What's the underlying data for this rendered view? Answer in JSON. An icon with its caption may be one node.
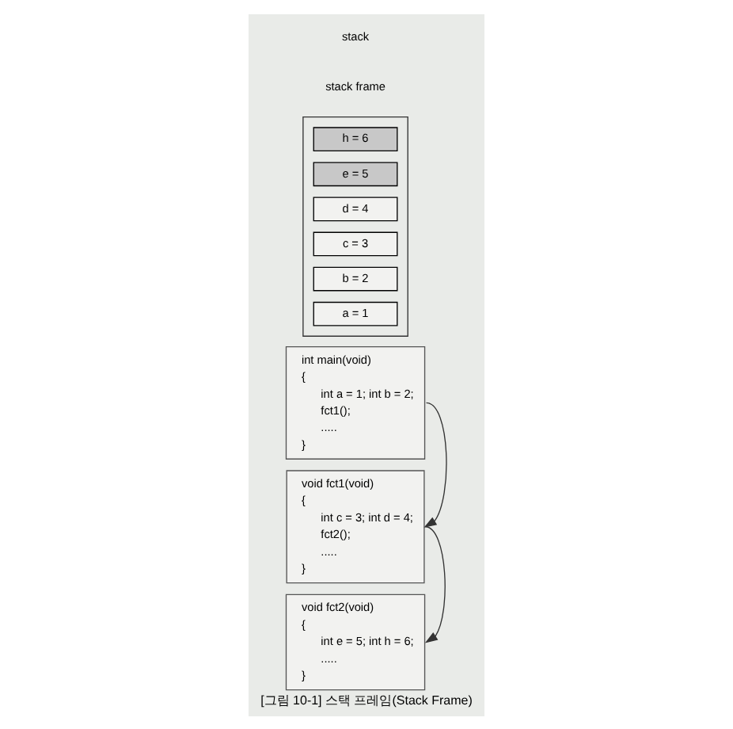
{
  "diagram": {
    "caption": "[그림 10-1] 스택 프레임(Stack Frame)",
    "nodes": [
      {
        "text": [
          "int main(void)",
          "{",
          "int a = 1; int b = 2;",
          "fct1();",
          ".....",
          "}"
        ]
      },
      {
        "text": [
          "void fct1(void)",
          "{",
          "int c = 3; int d = 4;",
          "fct2();",
          ".....",
          "}"
        ]
      },
      {
        "text": [
          "void fct2(void)",
          "{",
          "int e = 5; int h = 6;",
          ".....",
          "}"
        ]
      },
      {
        "text": [],
        "shape": "box"
      },
      {
        "text": [
          "h = 6"
        ],
        "in": 3
      },
      {
        "text": [
          "e = 5"
        ],
        "in": 3
      },
      {
        "text": [
          "d = 4"
        ],
        "in": 3
      },
      {
        "text": [
          "c = 3"
        ],
        "in": 3
      },
      {
        "text": [
          "b = 2"
        ],
        "in": 3
      },
      {
        "text": [
          "a = 1"
        ],
        "in": 3
      }
    ],
    "edges": [
      {
        "from": 0,
        "to": 1,
        "arrow": "to"
      },
      {
        "from": 1,
        "to": 2,
        "arrow": "to"
      }
    ],
    "labels": [
      "stack frame",
      "stack"
    ]
  }
}
